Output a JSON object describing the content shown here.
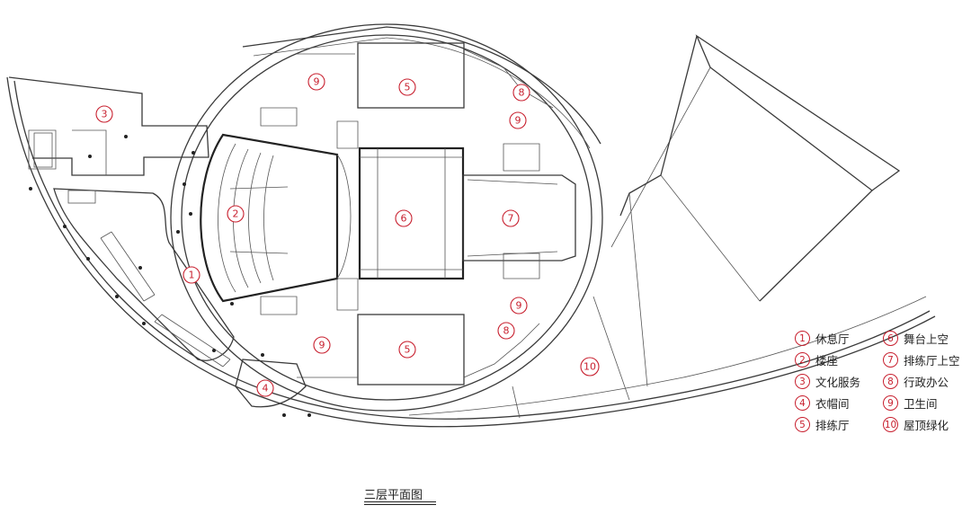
{
  "plan_title": "三层平面图",
  "legend": [
    {
      "num": "1",
      "label": "休息厅"
    },
    {
      "num": "2",
      "label": "楼座"
    },
    {
      "num": "3",
      "label": "文化服务"
    },
    {
      "num": "4",
      "label": "衣帽间"
    },
    {
      "num": "5",
      "label": "排练厅"
    },
    {
      "num": "6",
      "label": "舞台上空"
    },
    {
      "num": "7",
      "label": "排练厅上空"
    },
    {
      "num": "8",
      "label": "行政办公"
    },
    {
      "num": "9",
      "label": "卫生间"
    },
    {
      "num": "10",
      "label": "屋顶绿化"
    }
  ],
  "markers": [
    "1",
    "2",
    "3",
    "4",
    "5",
    "5",
    "6",
    "7",
    "8",
    "8",
    "9",
    "9",
    "9",
    "9",
    "10"
  ],
  "accent_color": "#c8202f"
}
